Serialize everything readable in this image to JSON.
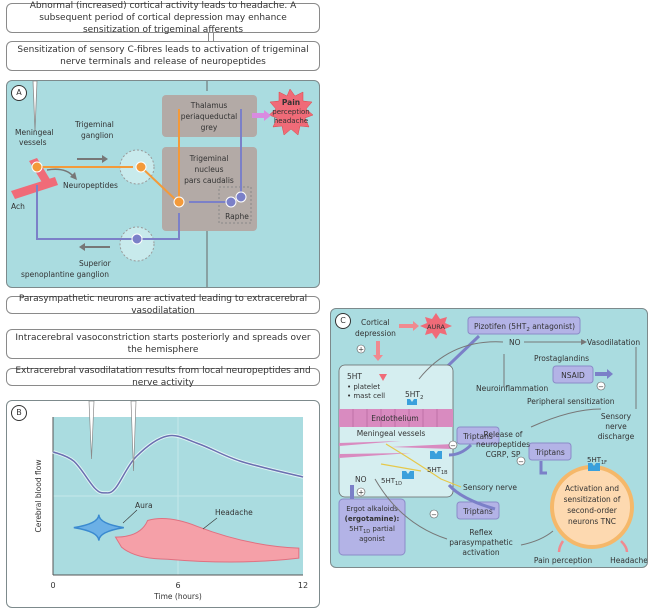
{
  "captions": {
    "cortical": "Abnormal (increased) cortical activity leads to headache. A subsequent period of cortical depression may enhance sensitization of trigeminal afferents",
    "sensitization": "Sensitization of sensory C-fibres leads to activation of trigeminal nerve terminals and release of neuropeptides",
    "parasympathetic": "Parasympathetic neurons are activated leading to extracerebral vasodilatation",
    "vasoconstriction": "Intracerebral vasoconstriction starts posteriorly and spreads over the hemisphere",
    "vasodilatation": "Extracerebral vasodilatation results from local neuropeptides and nerve activity"
  },
  "panel_a": {
    "label": "A",
    "meningeal_vessels": [
      "Meningeal",
      "vessels"
    ],
    "trigeminal_ganglion": [
      "Trigeminal",
      "ganglion"
    ],
    "neuropeptides": "Neuropeptides",
    "ach": "Ach",
    "thalamus": [
      "Thalamus",
      "periaqueductal",
      "grey"
    ],
    "pain_burst": [
      "Pain",
      "perception",
      "headache"
    ],
    "trigeminal_nucleus": [
      "Trigeminal",
      "nucleus",
      "pars caudalis"
    ],
    "raphe": "Raphe",
    "superior_ganglion": [
      "Superior",
      "spenoplantine ganglion"
    ]
  },
  "panel_b": {
    "label": "B",
    "aura": "Aura",
    "headache": "Headache"
  },
  "chart_data": {
    "type": "line",
    "title": "",
    "xlabel": "Time (hours)",
    "ylabel": "Cerebral blood flow",
    "x_ticks": [
      "0",
      "6",
      "12"
    ],
    "xlim": [
      0,
      12
    ],
    "grid": true,
    "series": [
      {
        "name": "Cerebral blood flow",
        "x": [
          0,
          1,
          2,
          2.5,
          3,
          4,
          5.5,
          7,
          9,
          12
        ],
        "y": [
          0.78,
          0.72,
          0.55,
          0.52,
          0.55,
          0.75,
          0.88,
          0.83,
          0.72,
          0.62
        ]
      }
    ],
    "annotations": [
      {
        "label": "Aura",
        "x_start": 1,
        "x_end": 3.4
      },
      {
        "label": "Headache",
        "x_start": 3,
        "x_end": 11.8,
        "peak_x": 5.5
      }
    ]
  },
  "panel_c": {
    "label": "C",
    "cortical_depression": [
      "Cortical",
      "depression"
    ],
    "aura": "AURA",
    "pizotifen": "Pizotifen (5HT",
    "pizotifen_sub": "2",
    "pizotifen_end": " antagonist)",
    "no_top": "NO",
    "vasodilatation": "Vasodilatation",
    "prostaglandins": "Prostaglandins",
    "nsaid": "NSAID",
    "neuroinflammation": "Neuroinflammation",
    "peripheral_sensitization": "Peripheral sensitization",
    "sensory_nerve_discharge": [
      "Sensory",
      "nerve",
      "discharge"
    ],
    "fiveht": "5HT",
    "platelet": "• platelet",
    "mast_cell": "• mast cell",
    "ht2": "5HT",
    "ht2_sub": "2",
    "endothelium": "Endothelium",
    "meningeal_vessels": "Meningeal vessels",
    "triptans_1": "Triptans",
    "triptans_2": "Triptans",
    "triptans_3": "Triptans",
    "release": [
      "Release of",
      "neuropeptides",
      "CGRP, SP"
    ],
    "ht1f": "5HT",
    "ht1f_sub": "1F",
    "ht1b": "5HT",
    "ht1b_sub": "1B",
    "ht1d": "5HT",
    "ht1d_sub": "1D",
    "no_bottom": "NO",
    "sensory_nerve": "Sensory nerve",
    "activation": [
      "Activation and",
      "sensitization of",
      "second-order",
      "neurons TNC"
    ],
    "ergot": [
      "Ergot alkaloids",
      "(ergotamine):",
      "partial",
      "agonist"
    ],
    "ergot_ht": "5HT",
    "ergot_sub": "1D",
    "reflex": [
      "Reflex",
      "parasympathetic",
      "activation"
    ],
    "pain_perception": "Pain perception",
    "headache": "Headache",
    "plus": "+",
    "minus": "−"
  },
  "colors": {
    "teal_bg": "#aadce0",
    "orange_neuron": "#f39a3a",
    "blue_neuron": "#7b80c8",
    "gray_box": "#b3aaa6",
    "pink_burst": "#f06b78",
    "purple_box": "#b3b3e6",
    "receptor_blue": "#3aa0dc",
    "endothelium": "#d98bc0"
  }
}
